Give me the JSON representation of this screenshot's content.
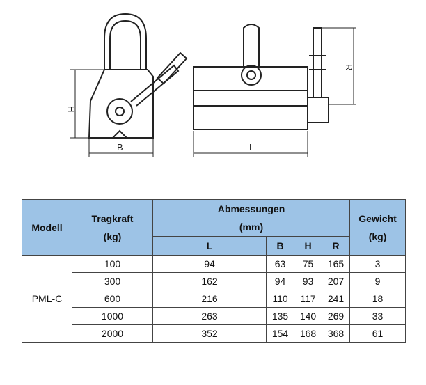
{
  "table": {
    "headers": {
      "modell": "Modell",
      "tragkraft_line1": "Tragkraft",
      "tragkraft_line2": "(kg)",
      "abmessungen_line1": "Abmessungen",
      "abmessungen_line2": "(mm)",
      "gewicht_line1": "Gewicht",
      "gewicht_line2": "(kg)",
      "sub": [
        "L",
        "B",
        "H",
        "R"
      ]
    },
    "model": "PML-C",
    "rows": [
      {
        "tragkraft": "100",
        "L": "94",
        "B": "63",
        "H": "75",
        "R": "165",
        "gewicht": "3"
      },
      {
        "tragkraft": "300",
        "L": "162",
        "B": "94",
        "H": "93",
        "R": "207",
        "gewicht": "9"
      },
      {
        "tragkraft": "600",
        "L": "216",
        "B": "110",
        "H": "117",
        "R": "241",
        "gewicht": "18"
      },
      {
        "tragkraft": "1000",
        "L": "263",
        "B": "135",
        "H": "140",
        "R": "269",
        "gewicht": "33"
      },
      {
        "tragkraft": "2000",
        "L": "352",
        "B": "154",
        "H": "168",
        "R": "368",
        "gewicht": "61"
      }
    ]
  },
  "drawing": {
    "dim_labels": {
      "H": "H",
      "B": "B",
      "L": "L",
      "R": "R"
    }
  },
  "colors": {
    "header_bg": "#9dc3e6",
    "line": "#222222"
  }
}
